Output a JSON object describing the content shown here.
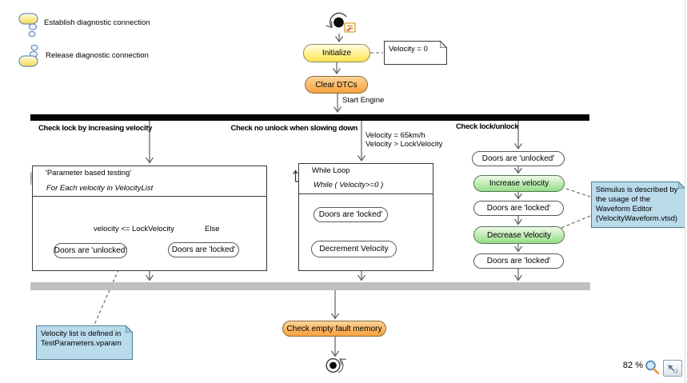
{
  "legend": {
    "items": [
      {
        "label": "Establish diagnostic connection"
      },
      {
        "label": "Release diagnostic connection"
      }
    ]
  },
  "top_flow": {
    "initialize": "Initialize",
    "clear_dtcs": "Clear DTCs",
    "start_engine_label": "Start Engine"
  },
  "notes": {
    "velocity_zero": "Velocity = 0",
    "stimulus": "Stimulus is described by the usage of the Waveform Editor (VelocityWaveform.vtsd)",
    "velocity_list": "Velocity list is defined in TestParameters.vparam"
  },
  "branch_left": {
    "label": "Check lock by increasing velocity",
    "box_title": "'Parameter based testing'",
    "box_condition": "For Each velocity in VelocityList",
    "guard_true": "velocity <= LockVelocity",
    "guard_else": "Else",
    "node_unlocked": "Doors are 'unlocked'",
    "node_locked": "Doors are 'locked'"
  },
  "branch_middle": {
    "label": "Check no unlock when slowing down",
    "guard_line1": "Velocity = 65km/h",
    "guard_line2": "Velocity  > LockVelocity",
    "box_title": "While Loop",
    "box_condition": "While ( Velocity>=0 )",
    "node_locked": "Doors are 'locked'",
    "node_decrement": "Decrement Velocity"
  },
  "branch_right": {
    "label": "Check lock/unlock",
    "nodes": [
      "Doors are 'unlocked'",
      "Increase velocity",
      "Doors are 'locked'",
      "Decrease Velocity",
      "Doors are 'locked'"
    ]
  },
  "bottom_flow": {
    "check_empty": "Check empty fault memory"
  },
  "statusbar": {
    "zoom_level": "82 %"
  },
  "icons": {
    "initial": "initial-node-icon",
    "final": "final-node-icon",
    "establish": "diagnostic-connect-icon",
    "release": "diagnostic-disconnect-icon",
    "foreach_box": "parameter-list-icon",
    "while_box": "loop-icon",
    "magnifier": "magnifier-icon",
    "fit": "fit-to-window-icon"
  },
  "colors": {
    "node_yellow_top": "#FFFEE3",
    "node_yellow_bottom": "#FFE44E",
    "node_orange_top": "#FCD49B",
    "node_orange_bottom": "#F8A13C",
    "node_green_top": "#EFFAE9",
    "node_green_bottom": "#94DE84",
    "note_blue": "#B9DBEA",
    "note_blue_border": "#4E7D99",
    "fork_bar": "#000000",
    "join_bar": "#C0C0C0",
    "arrow": "#5F5F5F"
  }
}
